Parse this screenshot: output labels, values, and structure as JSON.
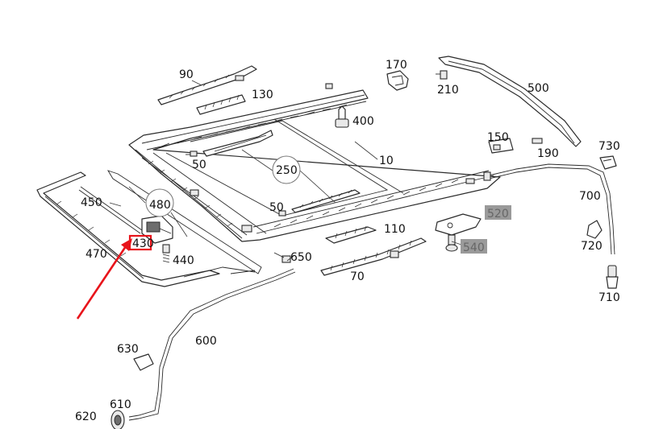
{
  "diagram": {
    "colors": {
      "stroke": "#2b2b2b",
      "highlight_box": "#9a9a9a",
      "highlight_text": "#666666",
      "callout": "#e8141b"
    },
    "labels": {
      "p10": "10",
      "p50a": "50",
      "p50b": "50",
      "p70": "70",
      "p90": "90",
      "p110": "110",
      "p130": "130",
      "p150": "150",
      "p170": "170",
      "p190": "190",
      "p210": "210",
      "p250": "250",
      "p400": "400",
      "p430": "430",
      "p440": "440",
      "p450": "450",
      "p470": "470",
      "p480": "480",
      "p500": "500",
      "p520": "520",
      "p540": "540",
      "p600": "600",
      "p610": "610",
      "p620": "620",
      "p630": "630",
      "p650": "650",
      "p700": "700",
      "p710": "710",
      "p720": "720",
      "p730": "730"
    },
    "highlighted_parts": [
      "520",
      "540"
    ],
    "callout": {
      "target_part": "430",
      "marker": "red-arrow",
      "frame": "red-box"
    }
  }
}
